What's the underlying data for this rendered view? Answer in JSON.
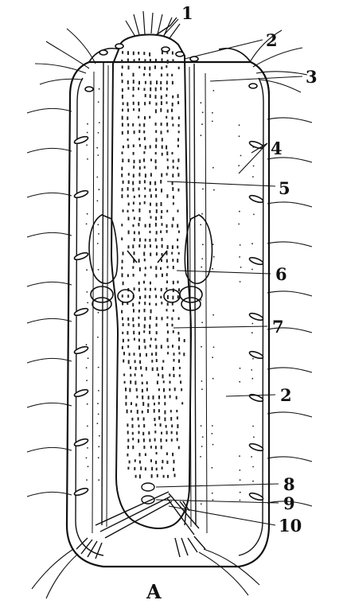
{
  "figure": {
    "panel_letter": "A",
    "labels": [
      "1",
      "2",
      "3",
      "4",
      "5",
      "6",
      "7",
      "2",
      "8",
      "9",
      "10"
    ]
  },
  "colors": {
    "ink": "#111111",
    "background": "#ffffff"
  }
}
